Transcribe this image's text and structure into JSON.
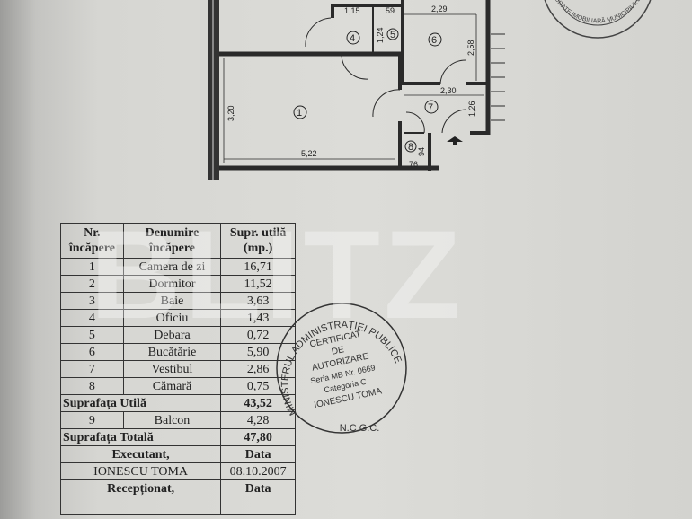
{
  "plan": {
    "dimensions": [
      "1,15",
      "59",
      "2,29",
      "1,24",
      "2,58",
      "3,20",
      "2,30",
      "1,26",
      "5,22",
      "94",
      "76"
    ],
    "rooms": [
      "1",
      "4",
      "5",
      "6",
      "7",
      "8"
    ]
  },
  "table": {
    "headers": [
      "Nr. încăpere",
      "Denumire încăpere",
      "Supr. utilă (mp.)"
    ],
    "rows": [
      {
        "nr": "1",
        "name": "Camera de zi",
        "area": "16,71"
      },
      {
        "nr": "2",
        "name": "Dormitor",
        "area": "11,52"
      },
      {
        "nr": "3",
        "name": "Baie",
        "area": "3,63"
      },
      {
        "nr": "4",
        "name": "Oficiu",
        "area": "1,43"
      },
      {
        "nr": "5",
        "name": "Debara",
        "area": "0,72"
      },
      {
        "nr": "6",
        "name": "Bucătărie",
        "area": "5,90"
      },
      {
        "nr": "7",
        "name": "Vestibul",
        "area": "2,86"
      },
      {
        "nr": "8",
        "name": "Cămară",
        "area": "0,75"
      }
    ],
    "useful_label": "Suprafața Utilă",
    "useful_value": "43,52",
    "balcony": {
      "nr": "9",
      "name": "Balcon",
      "area": "4,28"
    },
    "total_label": "Suprafața Totală",
    "total_value": "47,80",
    "executant_label": "Executant,",
    "executant_date_label": "Data",
    "executant_name": "IONESCU TOMA",
    "executant_date": "08.10.2007",
    "receptionat_label": "Recepționat,",
    "receptionat_date_label": "Data"
  },
  "stamp": {
    "ring": "MINISTERUL ADMINISTRAȚIEI PUBLICE",
    "lines": [
      "CERTIFICAT",
      "DE",
      "AUTORIZARE",
      "Seria MB Nr. 0669",
      "Categoria C",
      "IONESCU TOMA"
    ],
    "bottom": "N.C.G.C."
  },
  "stamp_top": "PUBLICITATE IMOBILIARĂ MUNICIPIUL BUCUREȘTI",
  "watermark": "BLITZ"
}
